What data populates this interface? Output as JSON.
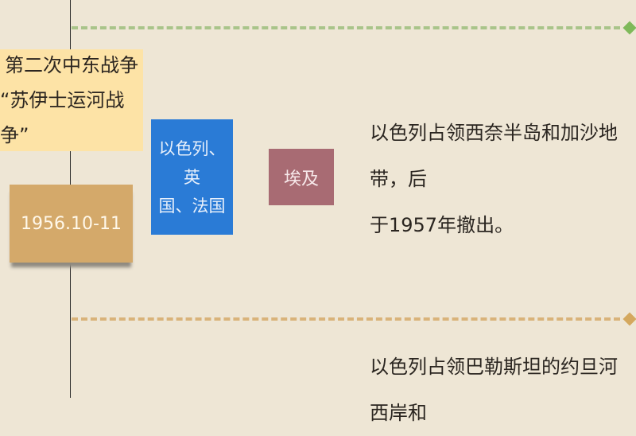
{
  "colors": {
    "background": "#eee6d5",
    "green_divider": "#a9c48a",
    "orange_divider": "#d9b37a",
    "title_box": "#fde3a6",
    "date_box": "#d4a96a",
    "attacker_box": "#2a7bd6",
    "defender_box": "#a86b73"
  },
  "event": {
    "title_line1": "第二次中东战争",
    "title_line2": "“苏伊士运河战争”",
    "date": "1956.10-11",
    "attackers_line1": "以色列、英",
    "attackers_line2": "国、法国",
    "defender": "埃及",
    "result_line1": "以色列占领西奈半岛和加沙地带，后",
    "result_line2": "于1957年撤出。"
  },
  "next_event": {
    "result_line1": "以色列占领巴勒斯坦的约旦河西岸和"
  }
}
